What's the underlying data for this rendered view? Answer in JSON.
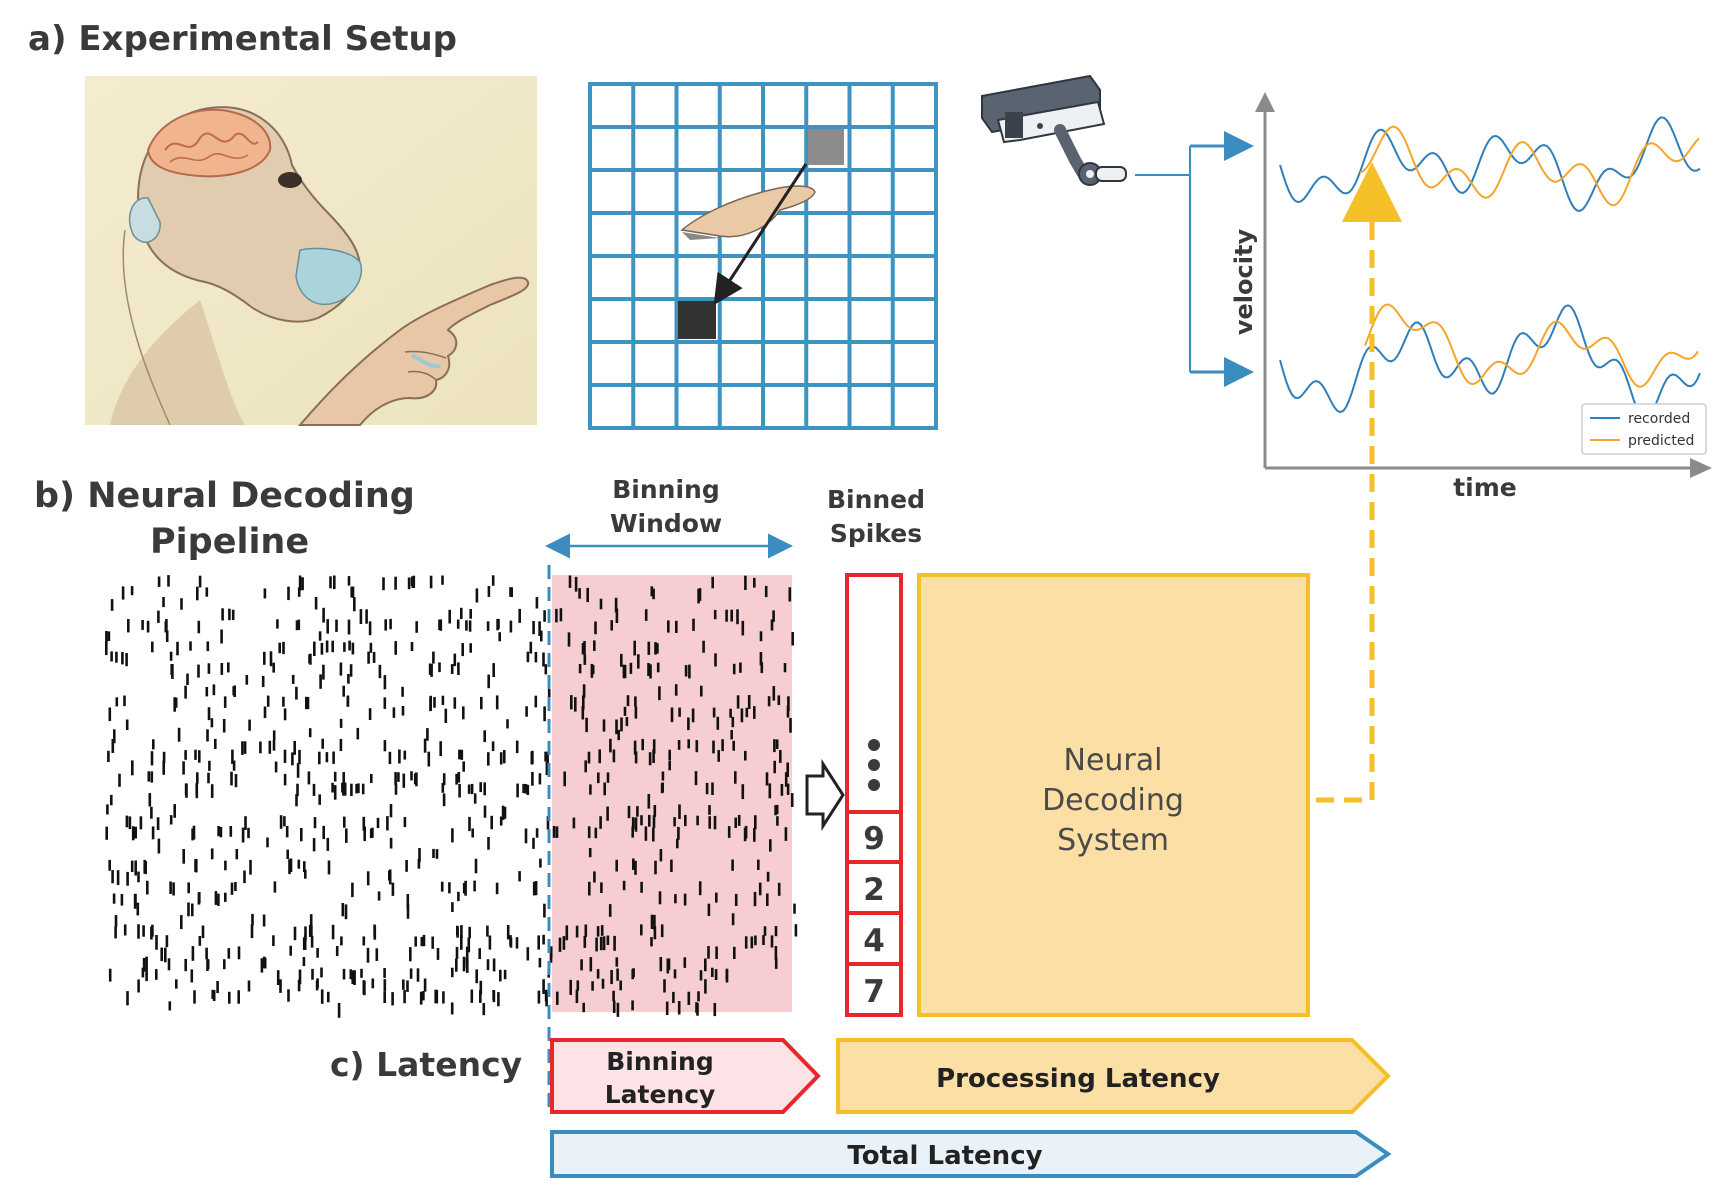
{
  "sections": {
    "a_title": "a) Experimental  Setup",
    "b_title_line1": "b) Neural Decoding",
    "b_title_line2": "Pipeline",
    "c_title": "c) Latency"
  },
  "binning": {
    "window_label_line1": "Binning",
    "window_label_line2": "Window",
    "binned_label_line1": "Binned",
    "binned_label_line2": "Spikes",
    "bin_values": [
      "9",
      "2",
      "4",
      "7"
    ]
  },
  "decoder": {
    "label_line1": "Neural",
    "label_line2": "Decoding",
    "label_line3": "System"
  },
  "latency": {
    "binning_line1": "Binning",
    "binning_line2": "Latency",
    "processing": "Processing Latency",
    "total": "Total Latency"
  },
  "plot": {
    "ylabel": "velocity",
    "xlabel": "time",
    "legend": [
      "recorded",
      "predicted"
    ]
  },
  "colors": {
    "blue": "#3b8dbf",
    "grid_blue": "#3f93c0",
    "orange": "#f4a52a",
    "gold": "#f5bf27",
    "red": "#e8262b",
    "pink_fill": "#f6cdd0",
    "decoder_fill": "#fbdfa5",
    "total_fill": "#e9f2f9",
    "dark": "#3a3a3a"
  },
  "icons": [
    "monkey-illustration",
    "target-grid",
    "camera-icon",
    "arrow-right-icon"
  ]
}
